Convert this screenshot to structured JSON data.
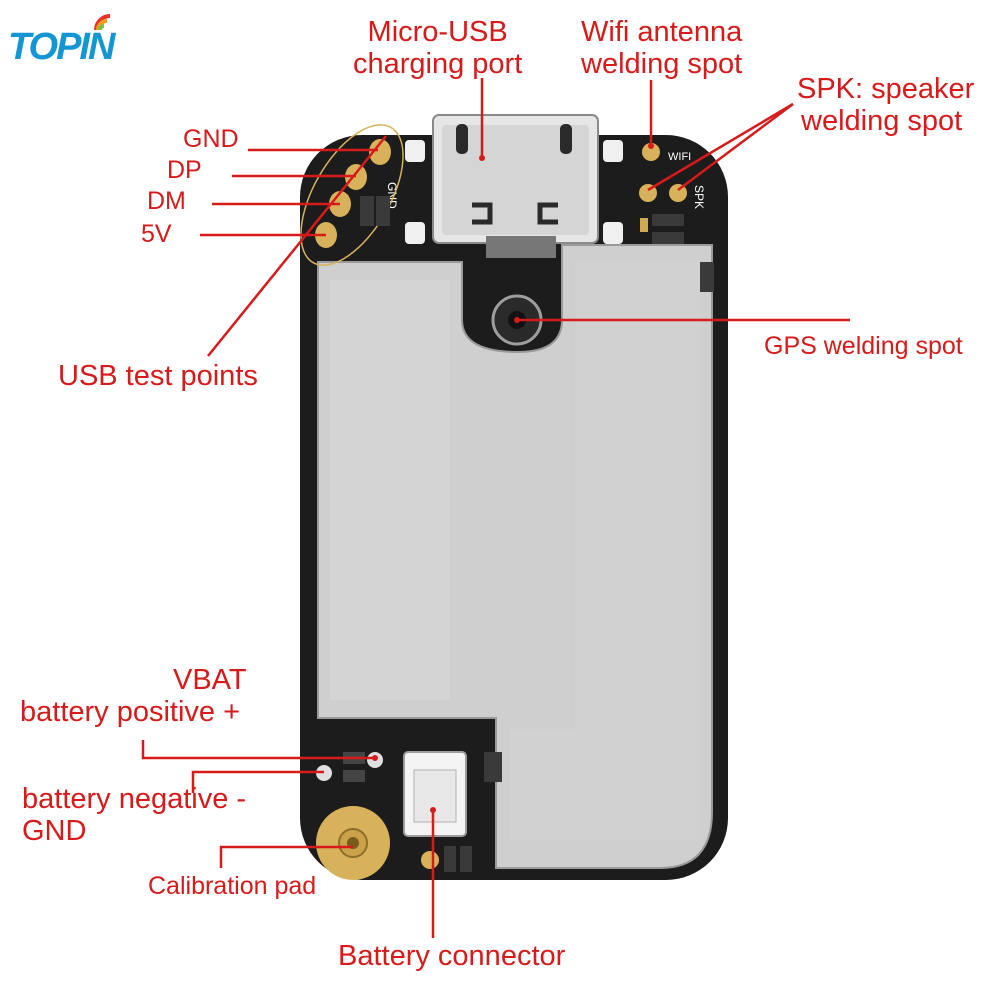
{
  "brand": {
    "logo_text": "TOPIN",
    "logo_color": "#1596d4"
  },
  "colors": {
    "annotation": "#d71a1a",
    "board": "#1c1c1c",
    "shield": "#c9c9c9",
    "pad": "#d8b25a"
  },
  "labels": {
    "micro_usb": [
      "Micro-USB",
      "charging port"
    ],
    "wifi": [
      "Wifi antenna",
      "welding spot"
    ],
    "spk": [
      "SPK: speaker",
      "welding spot"
    ],
    "gnd": "GND",
    "dp": "DP",
    "dm": "DM",
    "v5": "5V",
    "usb_test": "USB test points",
    "gps": "GPS welding spot",
    "vbat": [
      "VBAT",
      "battery positive +"
    ],
    "battery_negative": [
      "battery negative -",
      "GND"
    ],
    "calibration": "Calibration pad",
    "battery_connector": "Battery connector"
  },
  "silkscreen": {
    "gnd": "GND",
    "spk": "SPK",
    "wifi": "WIFI"
  }
}
